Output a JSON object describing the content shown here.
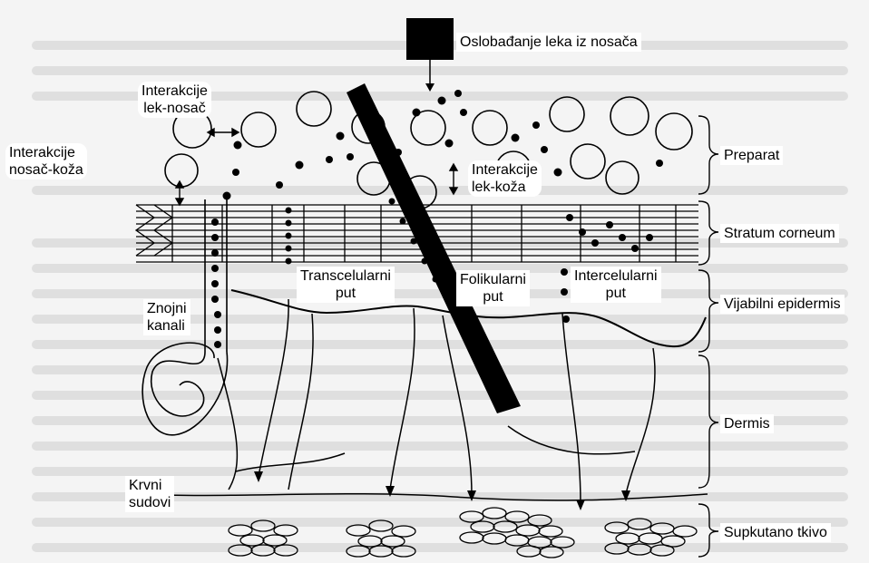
{
  "labels": {
    "release": "Oslobađanje leka iz nosača",
    "drug_carrier": [
      "Interakcije",
      "lek-nosač"
    ],
    "carrier_skin": [
      "Interakcije",
      "nosač-koža"
    ],
    "drug_skin": [
      "Interakcije",
      "lek-koža"
    ],
    "preparat": "Preparat",
    "stratum_corneum": "Stratum corneum",
    "transcellular": [
      "Transcelularni",
      "put"
    ],
    "follicular": [
      "Folikularni",
      "put"
    ],
    "intercellular": [
      "Intercelularni",
      "put"
    ],
    "sweat": [
      "Znojni",
      "kanali"
    ],
    "viable_epidermis": "Vijabilni epidermis",
    "dermis": "Dermis",
    "vessels": [
      "Krvni",
      "sudovi"
    ],
    "subcutaneous": "Supkutano tkivo"
  },
  "colors": {
    "ink": "#000000",
    "paper": "#f4f4f4",
    "label_bg": "#ffffff",
    "ghost_text": "#b9b9b9"
  }
}
